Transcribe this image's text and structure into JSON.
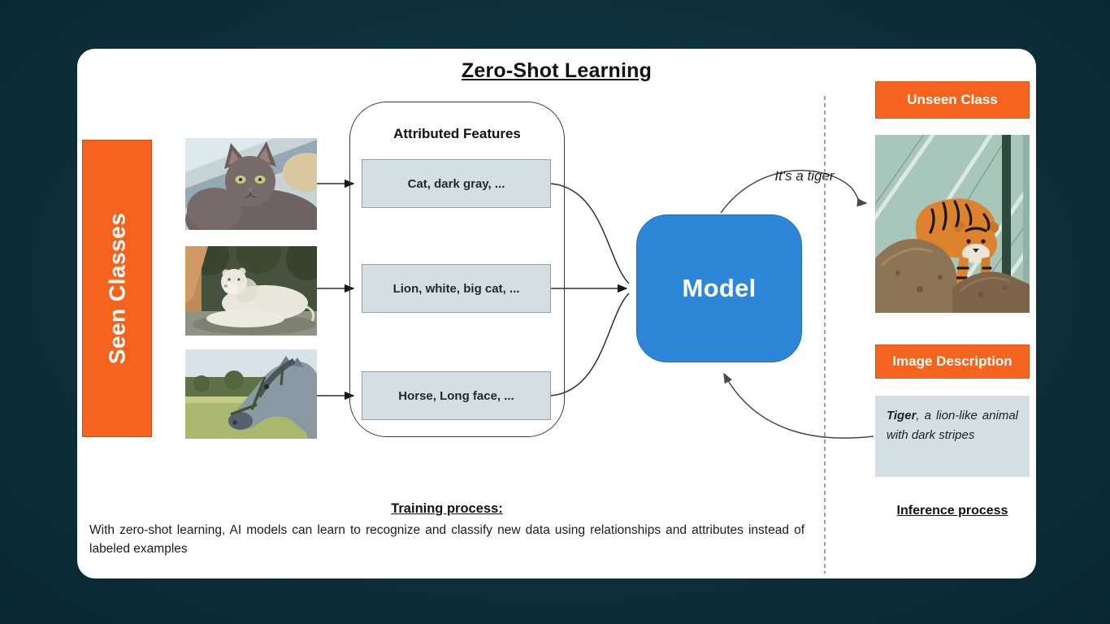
{
  "colors": {
    "background": "#0e313c",
    "card": "#ffffff",
    "accent-orange": "#f4641f",
    "model-blue": "#2e86d8",
    "box-fill": "#d3dfe2",
    "box-border": "#8fa0a6",
    "arrow": "#2f2f2f"
  },
  "title": "Zero-Shot Learning",
  "seen_classes": {
    "label": "Seen Classes",
    "photos": [
      {
        "name": "cat-photo"
      },
      {
        "name": "lion-photo"
      },
      {
        "name": "horse-photo"
      }
    ]
  },
  "attributed_features": {
    "title": "Attributed Features",
    "items": [
      "Cat, dark gray, ...",
      "Lion, white, big cat, ...",
      "Horse, Long face, ..."
    ]
  },
  "model": {
    "label": "Model"
  },
  "prediction": {
    "label": "It's a tiger"
  },
  "unseen_class": {
    "header": "Unseen Class",
    "photo": "tiger-photo"
  },
  "image_description": {
    "header": "Image Description",
    "term": "Tiger",
    "rest": ", a lion-like animal with dark stripes"
  },
  "training": {
    "heading": "Training process:",
    "body": "With zero-shot learning, AI models can learn to recognize and classify new data using relationships and attributes instead of labeled examples"
  },
  "inference": {
    "heading": "Inference process"
  }
}
